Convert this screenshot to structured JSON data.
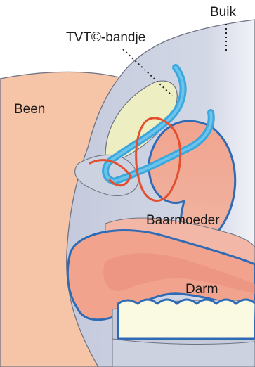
{
  "labels": {
    "buik": "Buik",
    "tvt": "TVT©-bandje",
    "been": "Been",
    "baarmoeder": "Baarmoeder",
    "darm": "Darm"
  }
}
